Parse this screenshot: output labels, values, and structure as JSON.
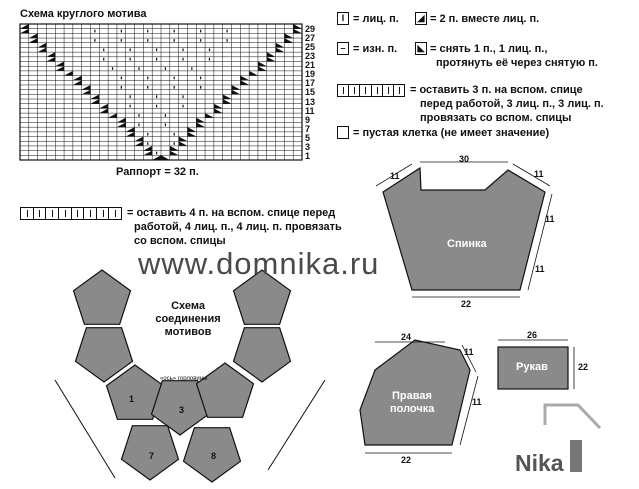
{
  "chart": {
    "title": "Схема круглого мотива",
    "row_numbers": [
      "29",
      "27",
      "25",
      "23",
      "21",
      "19",
      "17",
      "15",
      "13",
      "11",
      "9",
      "7",
      "5",
      "3",
      "1"
    ],
    "rapport": "Раппорт = 32 п."
  },
  "legend": {
    "knit_symbol": "I",
    "knit": "= лиц. п.",
    "purl": "= изн. п.",
    "k2tog": "= 2 п. вместе лиц. п.",
    "skpo_line1": "= снять 1 п., 1 лиц. п.,",
    "skpo_line2": "протянуть её через снятую п.",
    "cable3_line1": "= оставить 3 п. на вспом. спице",
    "cable3_line2": "перед работой, 3 лиц. п., 3 лиц. п.",
    "cable3_line3": "провязать со вспом. спицы",
    "empty": "= пустая клетка (не имеет значение)",
    "cable4_line1": "= оставить 4 п. на вспом. спице перед",
    "cable4_line2": "работой, 4 лиц. п., 4 лиц. п. провязать",
    "cable4_line3": "со вспом. спицы"
  },
  "watermark": "www.domnika.ru",
  "logo": "Nika",
  "motifs": {
    "title_line1": "Схема",
    "title_line2": "соединения",
    "title_line3": "мотивов",
    "small_caption": "«ось» горловины",
    "labels": [
      "1",
      "3",
      "7",
      "8"
    ]
  },
  "back": {
    "label": "Спинка",
    "top": "30",
    "bottom": "22",
    "dims": [
      "11",
      "11",
      "11",
      "11"
    ]
  },
  "front": {
    "label_line1": "Правая",
    "label_line2": "полочка",
    "top": "24",
    "bottom": "22",
    "dims": [
      "11",
      "11"
    ]
  },
  "sleeve": {
    "label": "Рукав",
    "width": "26",
    "height": "22"
  },
  "colors": {
    "fill": "#8a8a8a",
    "ink": "#111111",
    "watermark": "#4a4a4a",
    "logo_fill": "#555555"
  }
}
